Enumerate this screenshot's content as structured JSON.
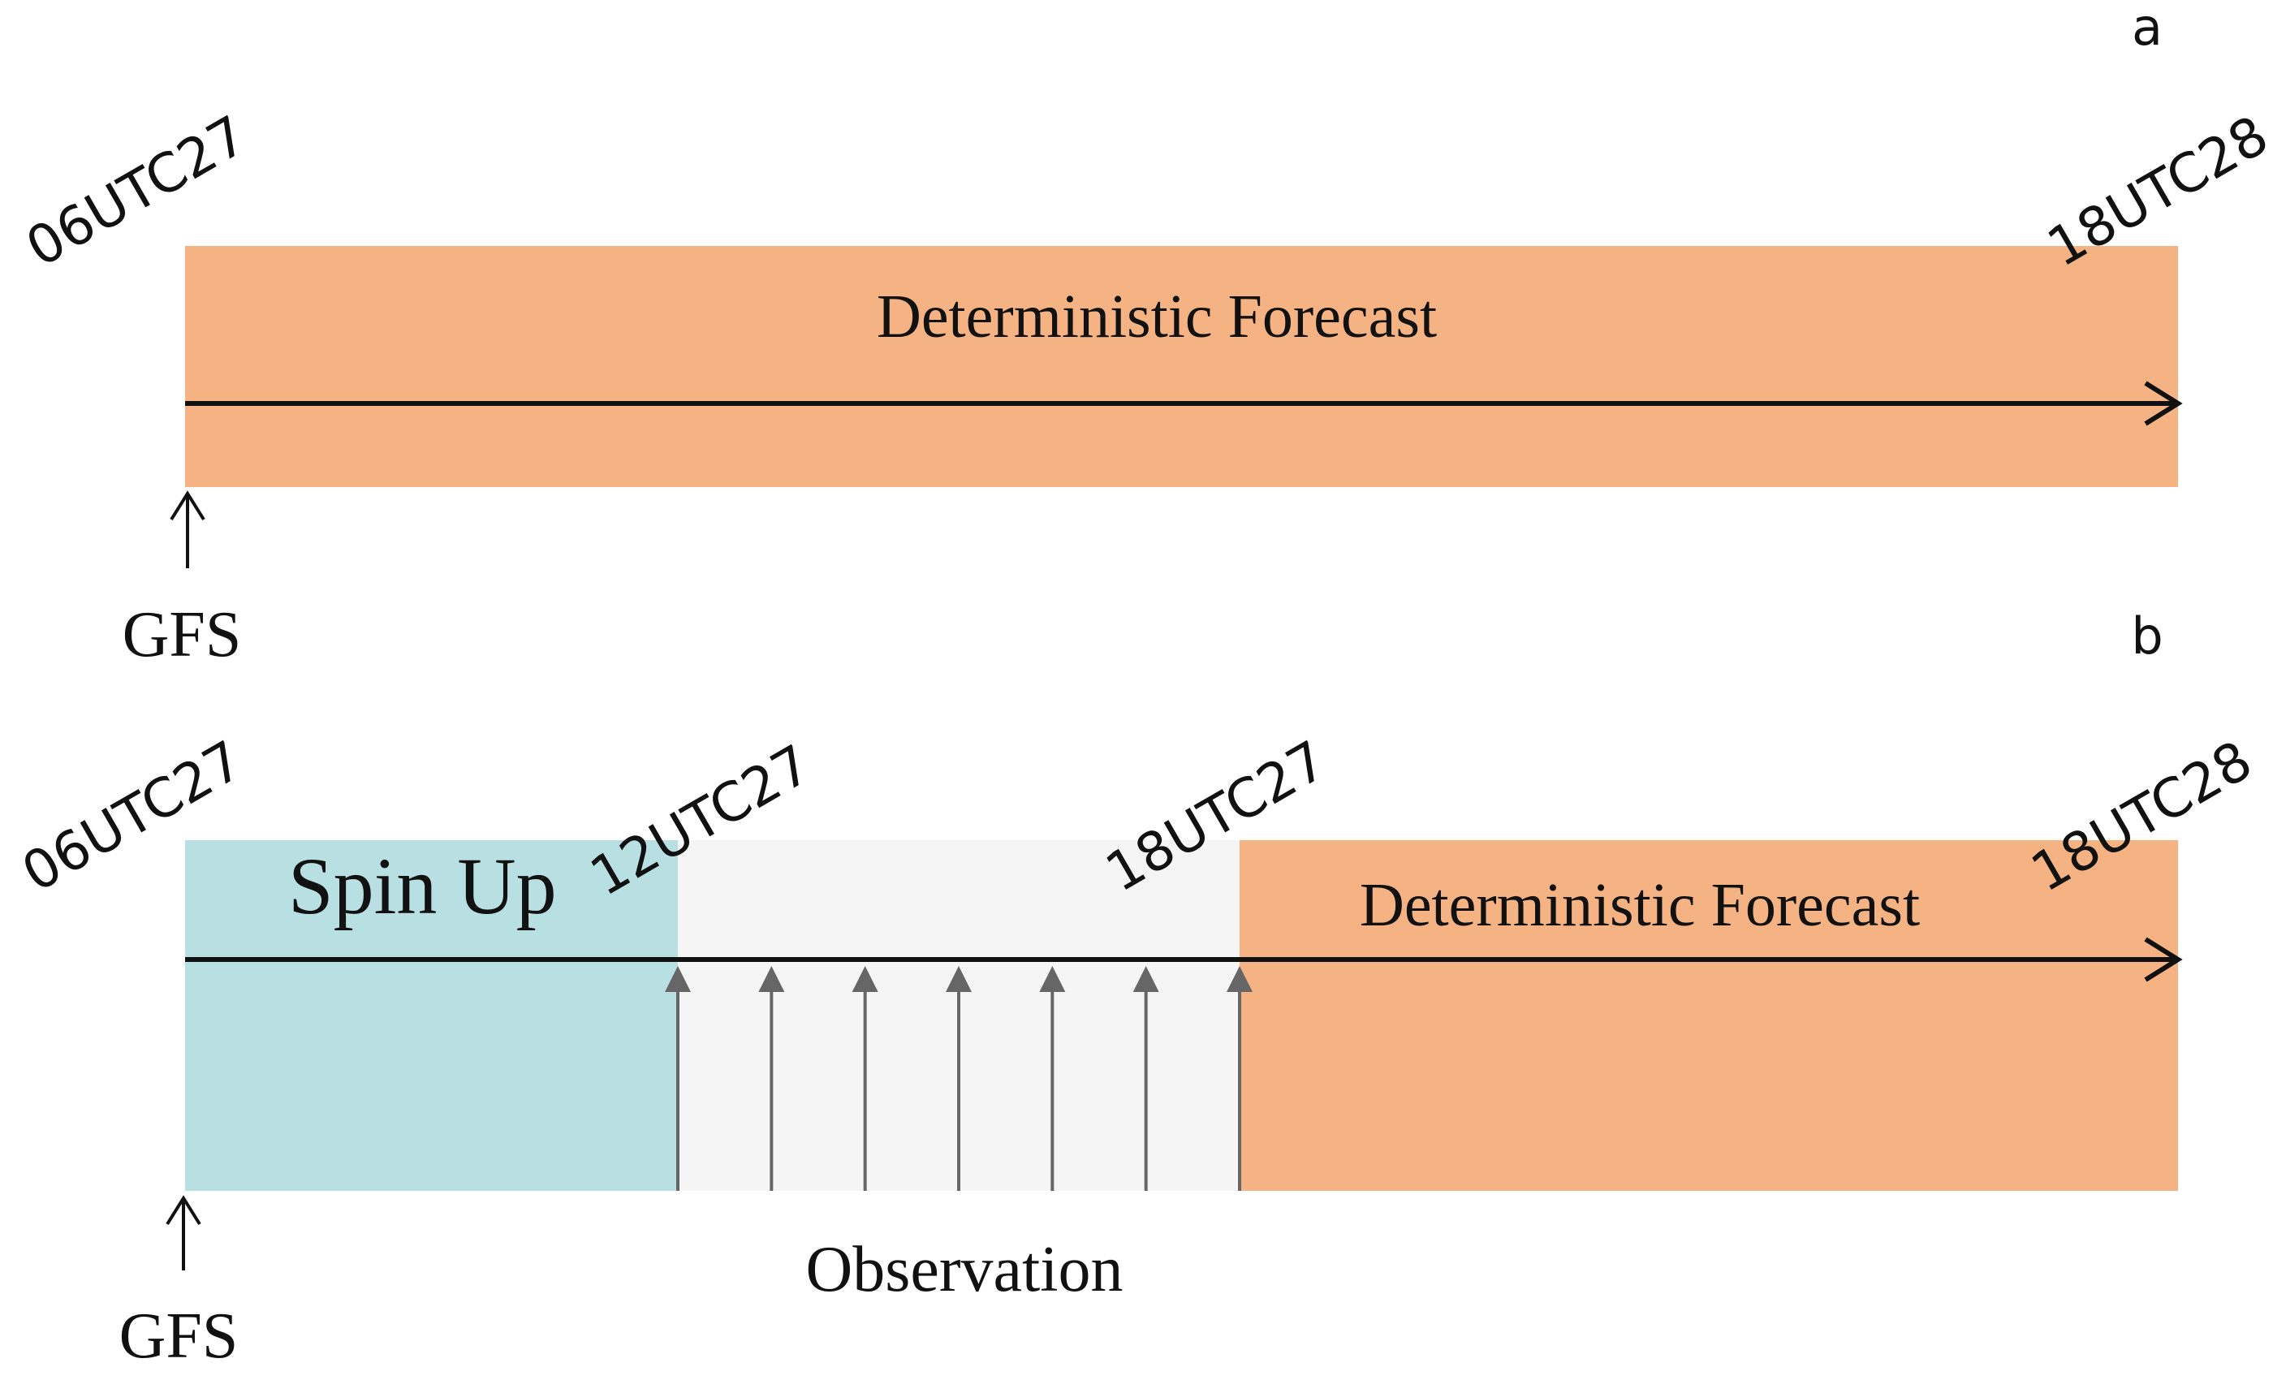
{
  "panel_a": {
    "letter": "a",
    "start_time": "06UTC27",
    "end_time": "18UTC28",
    "forecast_label": "Deterministic Forecast",
    "source_label": "GFS"
  },
  "panel_b": {
    "letter": "b",
    "start_time": "06UTC27",
    "spinup_end_time": "12UTC27",
    "obs_end_time": "18UTC27",
    "end_time": "18UTC28",
    "spinup_label": "Spin Up",
    "forecast_label": "Deterministic Forecast",
    "observation_label": "Observation",
    "source_label": "GFS",
    "observation_arrow_count": 7
  },
  "colors": {
    "forecast": "#F5B384",
    "spinup": "#B8E0E2",
    "observation_window": "#F5F5F5",
    "axis": "#111111",
    "observation_arrow": "#666666"
  }
}
